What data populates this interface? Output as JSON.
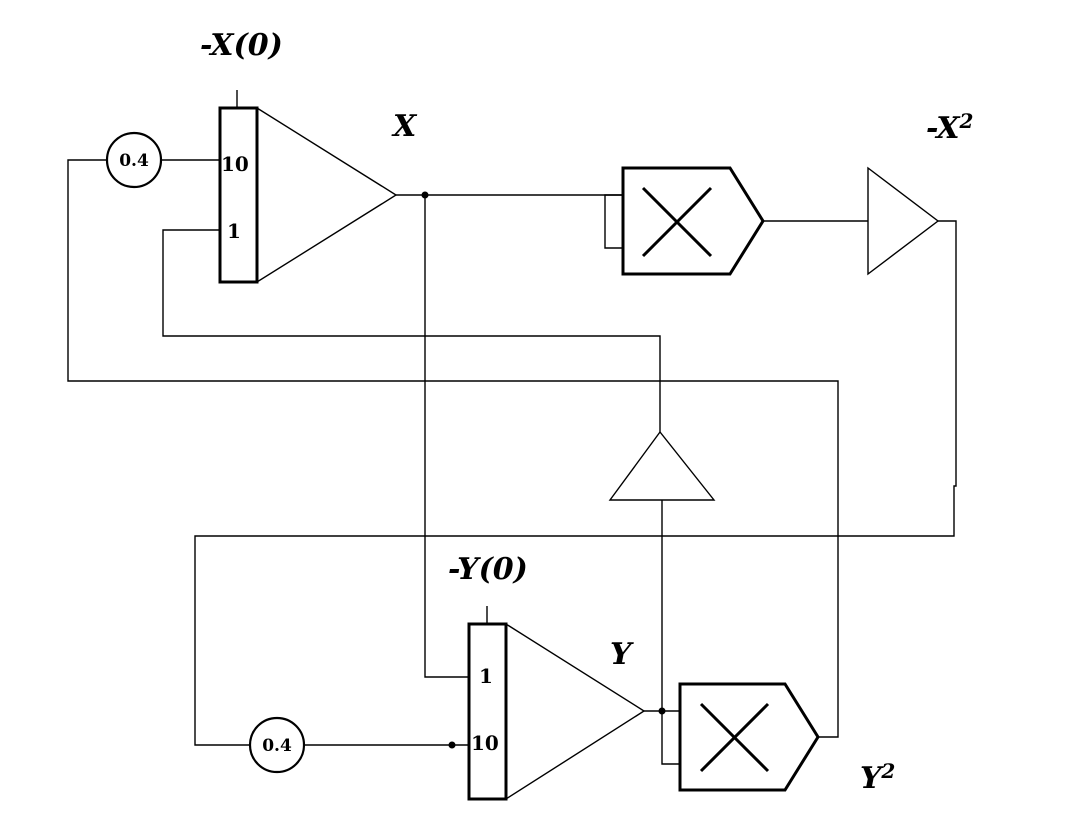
{
  "labels": {
    "x_initial": "-X(0)",
    "y_initial": "-Y(0)",
    "x_output": "X",
    "y_output": "Y",
    "neg_x_squared_base": "-X",
    "y_squared_base": "Y",
    "exponent": "2"
  },
  "integrator_x": {
    "input_gain_top": "10",
    "input_gain_bottom": "1"
  },
  "integrator_y": {
    "input_gain_top": "1",
    "input_gain_bottom": "10"
  },
  "coefficient_x": {
    "value": "0.4"
  },
  "coefficient_y": {
    "value": "0.4"
  }
}
